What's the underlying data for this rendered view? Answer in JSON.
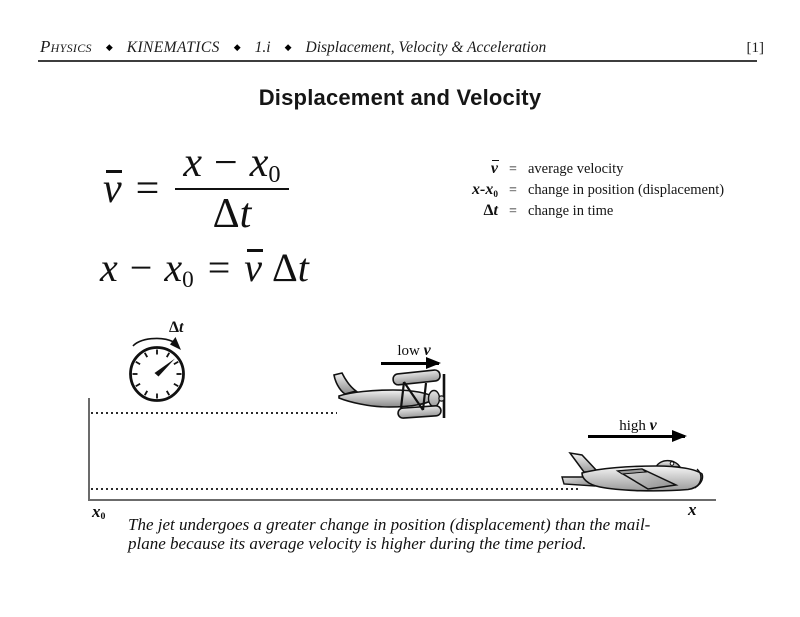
{
  "header": {
    "course": "Physics",
    "separator": "◆",
    "unit": "KINEMATICS",
    "section": "1.i",
    "topic": "Displacement, Velocity & Acceleration",
    "page_number": "[1]"
  },
  "title": "Displacement and Velocity",
  "formula_main": {
    "v": "v",
    "eq": "=",
    "num_x": "x",
    "num_minus": "−",
    "num_x2": "x",
    "num_sub": "0",
    "den_delta": "Δ",
    "den_t": "t"
  },
  "formula_solved": {
    "x": "x",
    "minus": "−",
    "x2": "x",
    "sub": "0",
    "eq": "=",
    "v": "v",
    "delta": "Δ",
    "t": "t"
  },
  "legend": {
    "rows": [
      {
        "symbol": "v",
        "equals": "=",
        "definition": "average velocity"
      },
      {
        "symbol": "x-x",
        "symbol_sub": "0",
        "equals": "=",
        "definition": "change in position (displacement)"
      },
      {
        "symbol_delta": "Δ",
        "symbol": "t",
        "equals": "=",
        "definition": "change in time"
      }
    ]
  },
  "diagram": {
    "stopwatch_delta": "Δ",
    "stopwatch_t": "t",
    "mailplane_speed_prefix": "low",
    "mailplane_speed_symbol": "v",
    "jet_speed_prefix": "high",
    "jet_speed_symbol": "v",
    "origin_label": "x",
    "origin_label_sub": "0",
    "end_label": "x"
  },
  "caption": {
    "line1": "The jet undergoes a greater change in position (displacement) than the mail-",
    "line2": "plane because its average velocity is higher during the time period."
  },
  "colors": {
    "ink": "#111111",
    "axis_line": "#6b6b6b",
    "plane_fill_light": "#f2f2f2",
    "plane_fill_dark": "#7e7e7e"
  }
}
